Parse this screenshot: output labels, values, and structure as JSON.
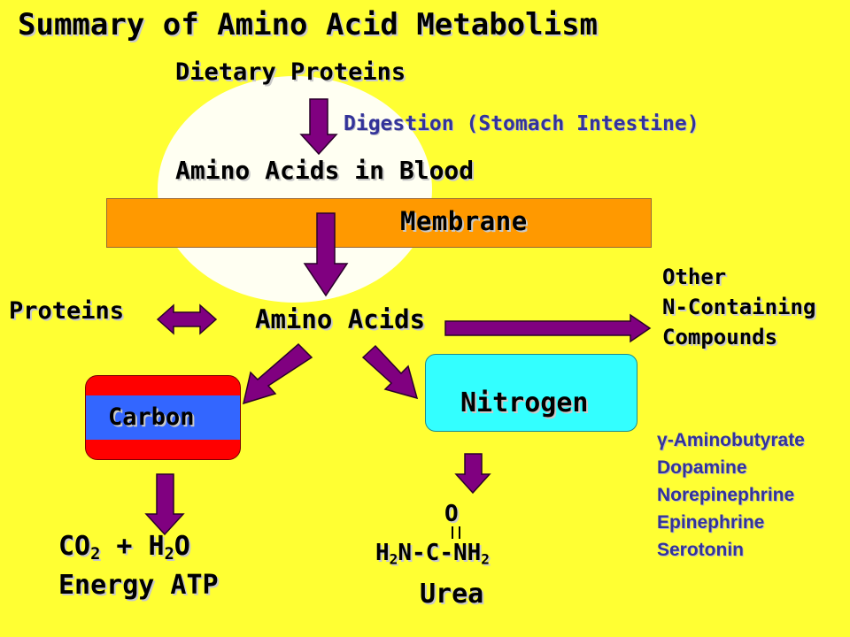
{
  "title": "Summary of Amino Acid Metabolism",
  "nodes": {
    "dietary_proteins": "Dietary Proteins",
    "digestion": "Digestion (Stomach Intestine)",
    "amino_acids_blood": "Amino Acids in Blood",
    "membrane": "Membrane",
    "proteins": "Proteins",
    "amino_acids": "Amino Acids",
    "other": [
      "Other",
      "N-Containing",
      "Compounds"
    ],
    "carbon": "Carbon",
    "nitrogen": "Nitrogen",
    "energy_atp": "Energy ATP"
  },
  "formulas": {
    "co2_h2o": {
      "c": "CO",
      "two": "2",
      "plus_h": " + H",
      "sub2": "2",
      "o": "O"
    },
    "urea": {
      "o": "O",
      "h2n_h": "H",
      "h2n_2": "2",
      "h2n_n": "N",
      "mid": "-C-",
      "nh_nh": "NH",
      "nh_2": "2",
      "label": "Urea"
    }
  },
  "compounds": {
    "gamma": "γ",
    "aminobutyrate": "-Aminobutyrate",
    "list": [
      "Dopamine",
      "Norepinephrine",
      "Epinephrine",
      "Serotonin"
    ]
  },
  "colors": {
    "background": "#FFFF33",
    "arrow": "#800080",
    "membrane": "#FF9900",
    "carbon_band": "#3366FF",
    "carbon_edge": "#FF0000",
    "nitrogen": "#33FFFF",
    "digestion_text": "#333399",
    "compound_text": "#333399"
  },
  "icons": [
    "down-arrow-icon",
    "double-arrow-icon",
    "right-arrow-icon",
    "diagonal-arrow-icon"
  ]
}
